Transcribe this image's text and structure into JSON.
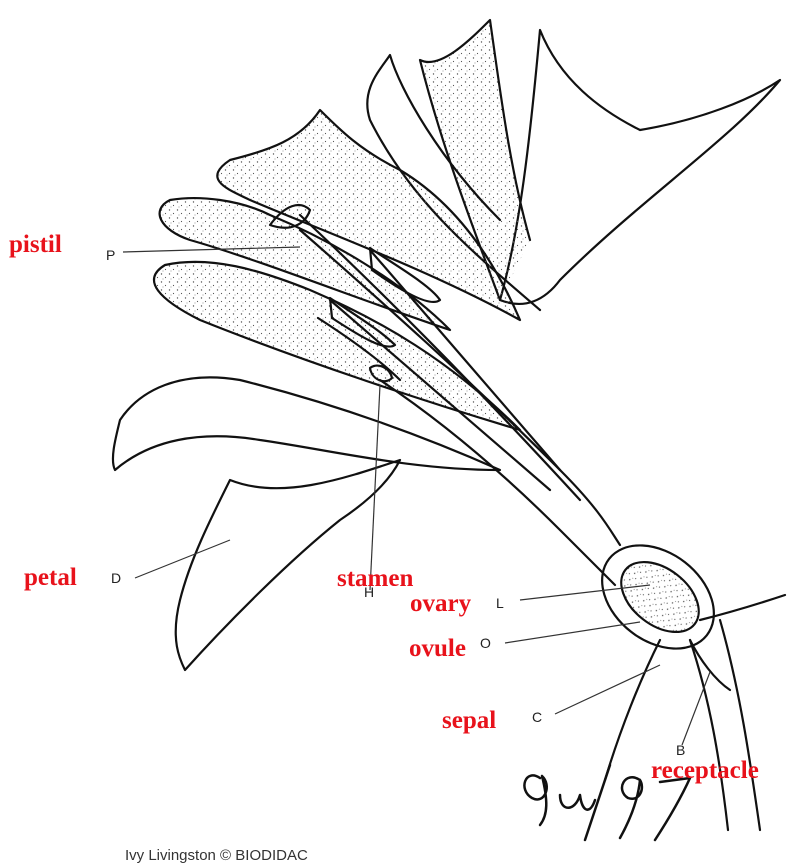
{
  "labels": {
    "pistil": "pistil",
    "petal": "petal",
    "stamen": "stamen",
    "ovary": "ovary",
    "ovule": "ovule",
    "sepal": "sepal",
    "receptacle": "receptacle"
  },
  "letters": {
    "pistil": "P",
    "petal": "D",
    "stamen": "H",
    "ovary": "L",
    "ovule": "O",
    "sepal": "C",
    "receptacle": "B"
  },
  "signature": "9u/97",
  "credit": "Ivy Livingston © BIODIDAC",
  "colors": {
    "label": "#e8121b",
    "line": "#111111",
    "stipple": "#555555"
  }
}
